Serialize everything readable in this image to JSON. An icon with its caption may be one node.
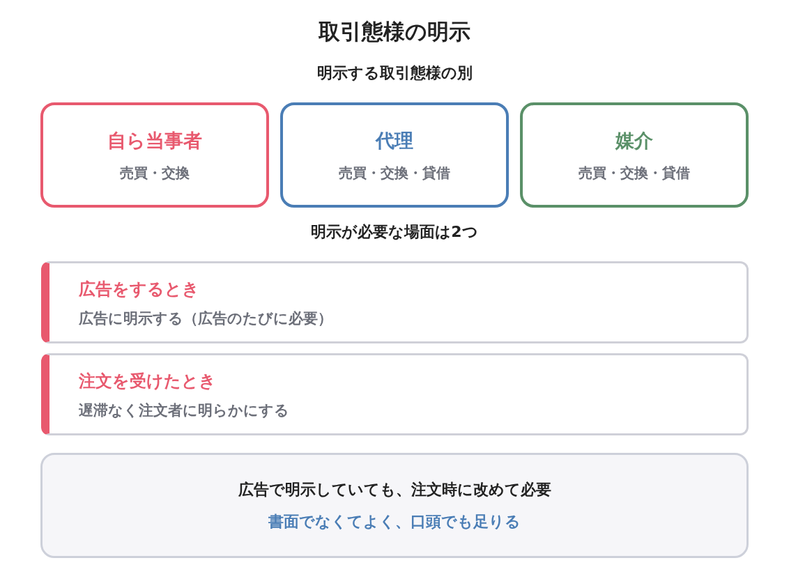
{
  "diagram": {
    "title": "取引態様の明示",
    "nodes": [
      {
        "text": [
          "自ら当事者",
          "売買・交換"
        ]
      },
      {
        "text": [
          "代理",
          "売買・交換・貸借"
        ]
      },
      {
        "text": [
          "媒介",
          "売買・交換・貸借"
        ]
      },
      {
        "text": [
          "広告をするとき",
          "広告に明示する（広告のたびに必要）"
        ]
      },
      {
        "text": [
          "注文を受けたとき",
          "遅滞なく注文者に明らかにする"
        ]
      },
      {
        "text": [
          "広告で明示していても、注文時に改めて必要",
          "書面でなくてよく、口頭でも足りる"
        ]
      }
    ],
    "labels": [
      "明示する取引態様の別",
      "明示が必要な場面は2つ"
    ]
  }
}
